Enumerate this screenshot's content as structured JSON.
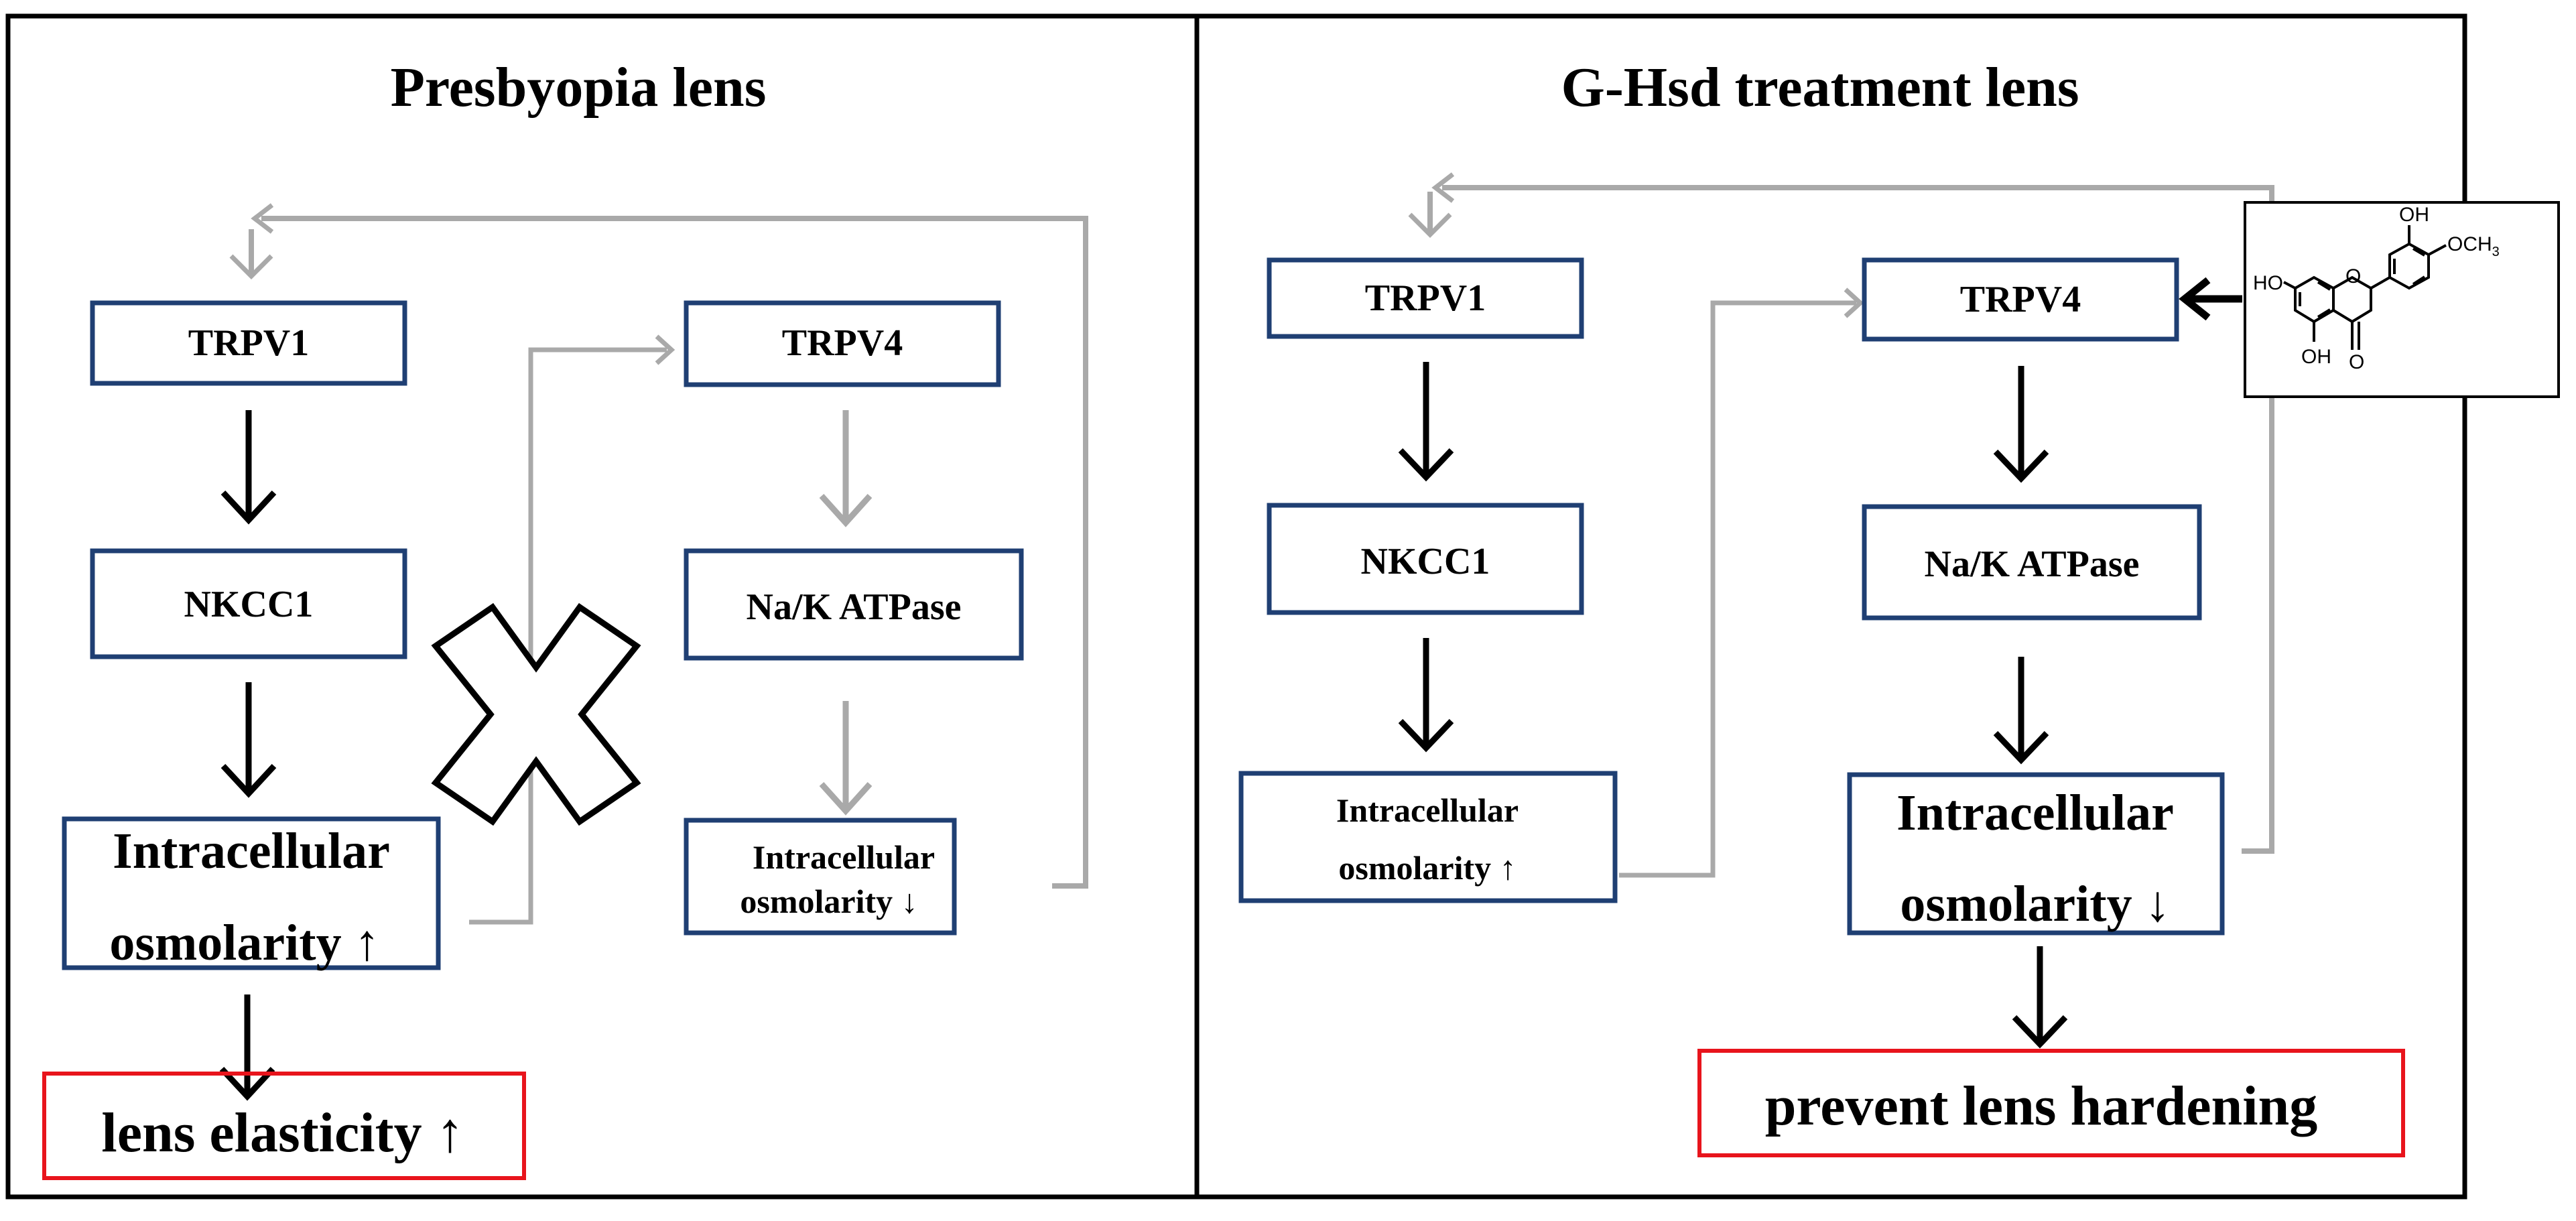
{
  "left_panel": {
    "title": "Presbyopia lens",
    "trpv1": "TRPV1",
    "nkcc1": "NKCC1",
    "osm_up_line1": "Intracellular",
    "osm_up_line2": "osmolarity ↑",
    "trpv4": "TRPV4",
    "atpase": "Na/K ATPase",
    "osm_down_line1": "Intracellular",
    "osm_down_line2": "osmolarity ↓",
    "outcome": "lens elasticity ↑"
  },
  "right_panel": {
    "title": "G-Hsd treatment lens",
    "trpv1": "TRPV1",
    "nkcc1": "NKCC1",
    "osm_up_line1": "Intracellular",
    "osm_up_line2": "osmolarity ↑",
    "trpv4": "TRPV4",
    "atpase": "Na/K ATPase",
    "osm_down_line1": "Intracellular",
    "osm_down_line2": "osmolarity ↓",
    "outcome": "prevent lens hardening",
    "molecule": {
      "oh_top": "OH",
      "och3": "OCH",
      "och3_sub": "3",
      "ho_left": "HO",
      "oh_bottom": "OH",
      "ring_o": "O",
      "keto_o": "O"
    }
  },
  "colors": {
    "box_border": "#1f3f73",
    "outcome_border": "#e8141c",
    "gray_arrow": "#a9a9a9",
    "black_arrow": "#000000"
  }
}
